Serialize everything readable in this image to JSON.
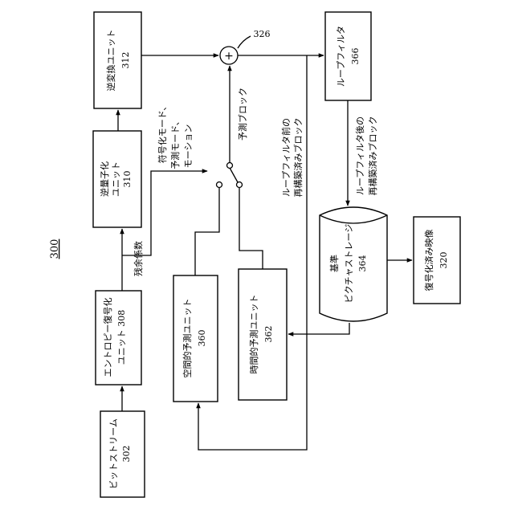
{
  "figure": {
    "number": "300",
    "blocks": {
      "bitstream": {
        "label": "ビットストリーム",
        "ref": "302"
      },
      "entropy": {
        "label1": "エントロピー復号化",
        "label2": "ユニット",
        "ref": "308"
      },
      "inverse_quant": {
        "label1": "逆量子化",
        "label2": "ユニット",
        "ref": "310"
      },
      "inverse_transform": {
        "label": "逆変換ユニット",
        "ref": "312"
      },
      "spatial_pred": {
        "label": "空間的予測ユニット",
        "ref": "360"
      },
      "temporal_pred": {
        "label": "時間的予測ユニット",
        "ref": "362"
      },
      "loop_filter": {
        "label": "ループフィルタ",
        "ref": "366"
      },
      "ref_storage": {
        "label1": "基準",
        "label2": "ピクチャストレージ",
        "ref": "364"
      },
      "decoded_video": {
        "label": "復号化済み映像",
        "ref": "320"
      }
    },
    "summer": {
      "symbol": "+",
      "ref": "326"
    },
    "labels": {
      "residual_coeffs": "残余係数",
      "coding_mode_1": "符号化モード、",
      "coding_mode_2": "予測モード、",
      "coding_mode_3": "モーション",
      "prediction_block": "予測ブロック",
      "pre_filter_1": "ループフィルタ前の",
      "pre_filter_2": "再構築済みブロック",
      "post_filter_1": "ループフィルタ後の",
      "post_filter_2": "再構築済みブロック"
    }
  }
}
